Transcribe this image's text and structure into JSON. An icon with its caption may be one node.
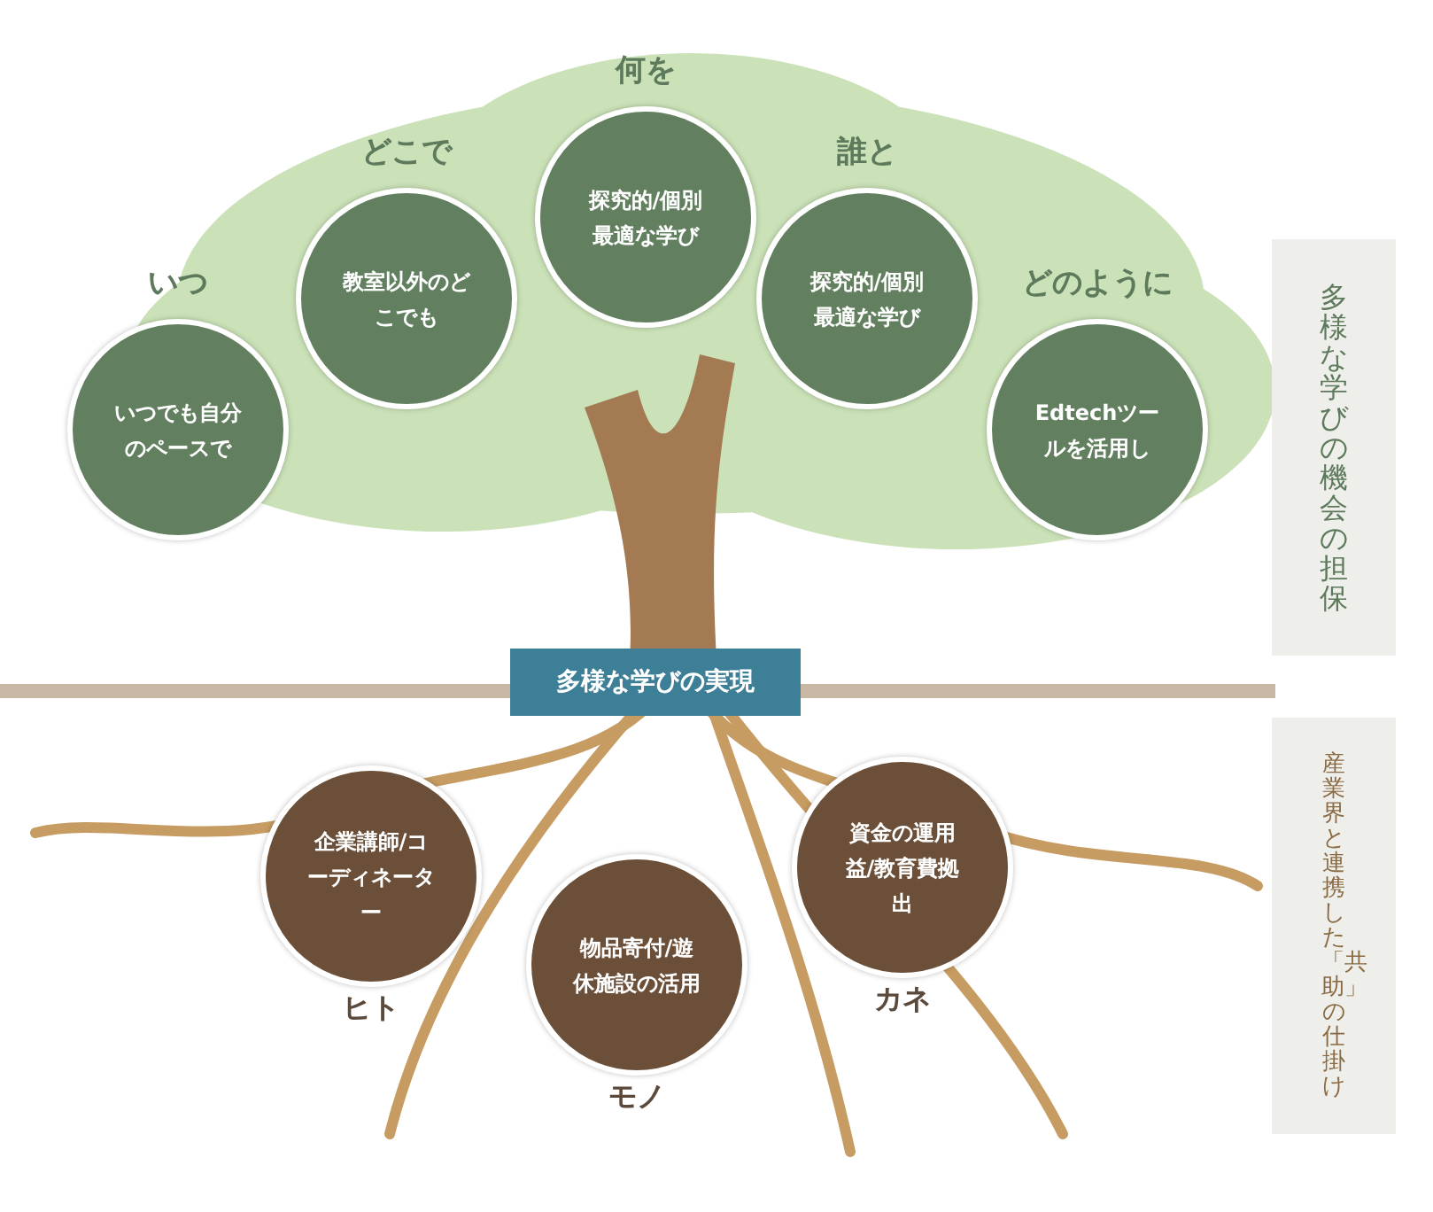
{
  "diagram": {
    "nodes": [
      {
        "text": [
          "いつ",
          "いつでも自分のペースで"
        ]
      },
      {
        "text": [
          "どこで",
          "教室以外のどこでも"
        ]
      },
      {
        "text": [
          "何を",
          "探究的/個別最適な学び"
        ]
      },
      {
        "text": [
          "誰と",
          "探究的/個別最適な学び"
        ]
      },
      {
        "text": [
          "どのように",
          "Edtechツールを活用し"
        ]
      },
      {
        "text": [
          "多様な学びの機会の担保"
        ]
      },
      {
        "text": [
          "多様な学びの実現"
        ]
      },
      {
        "text": [
          "企業講師/コーディネーター"
        ],
        "beside": [
          "ヒト"
        ]
      },
      {
        "text": [
          "物品寄付/遊休施設の活用"
        ],
        "beside": [
          "モノ"
        ]
      },
      {
        "text": [
          "資金の運用益/教育費拠出"
        ],
        "beside": [
          "カネ"
        ]
      },
      {
        "text": [
          "産業界と連携した「共助」の仕掛け"
        ]
      }
    ]
  }
}
